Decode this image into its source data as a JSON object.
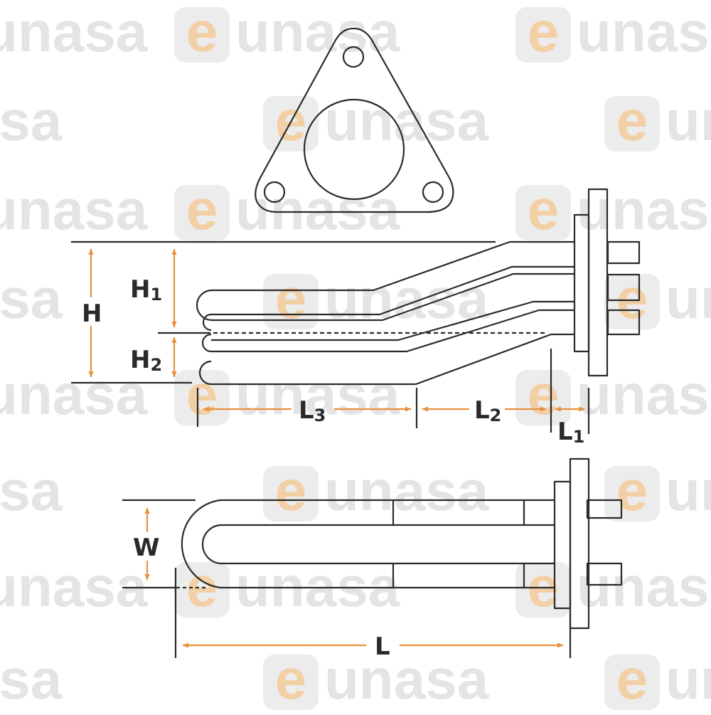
{
  "watermark": {
    "text": "unasa",
    "letter": "e",
    "color_text": "#e4e4e4",
    "color_badge": "#ececec",
    "color_letter": "#f3cfa6"
  },
  "colors": {
    "line": "#2a2a2a",
    "dimension_arrow": "#e8913e"
  },
  "labels": {
    "H": "H",
    "H1_main": "H",
    "H1_sub": "1",
    "H2_main": "H",
    "H2_sub": "2",
    "L3_main": "L",
    "L3_sub": "3",
    "L2_main": "L",
    "L2_sub": "2",
    "L1_main": "L",
    "L1_sub": "1",
    "W": "W",
    "L": "L"
  }
}
